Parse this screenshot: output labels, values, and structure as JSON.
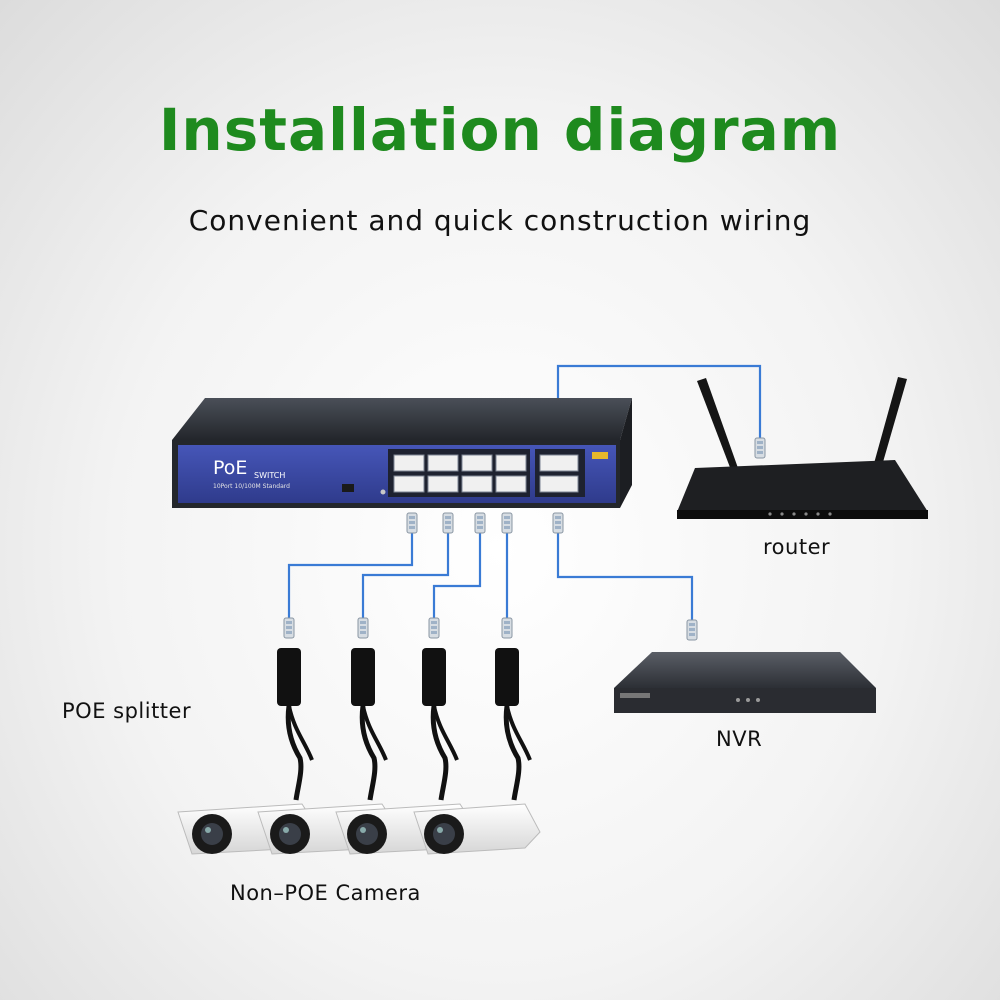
{
  "title": "Installation diagram",
  "subtitle": "Convenient and quick construction wiring",
  "switch": {
    "brand": "PoE",
    "type": "SWITCH",
    "spec": "10Port 10/100M Standard"
  },
  "labels": {
    "router": "router",
    "nvr": "NVR",
    "splitter": "POE splitter",
    "camera": "Non–POE Camera"
  },
  "colors": {
    "title": "#1e8a1e",
    "cable": "#3a7bd5",
    "switch_face": "#3c4aa8",
    "device_body": "#222222"
  },
  "icons": [
    "poe-switch-icon",
    "router-icon",
    "nvr-icon",
    "poe-splitter-icon",
    "bullet-camera-icon",
    "rj45-connector-icon"
  ]
}
